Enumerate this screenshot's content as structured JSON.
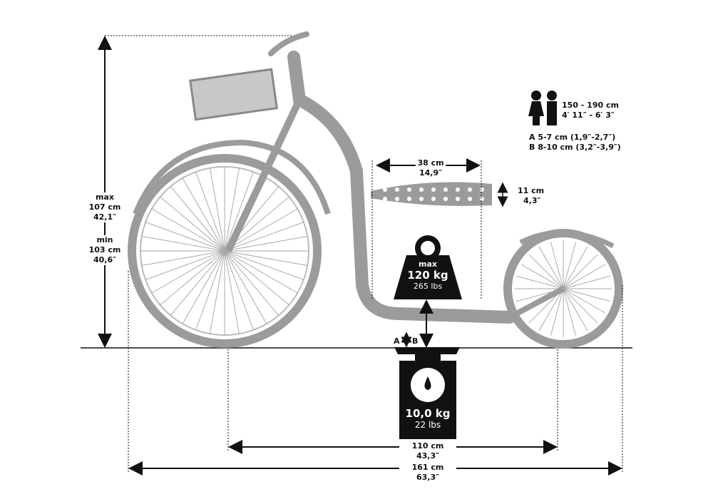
{
  "height_dim": {
    "max_label": "max",
    "max_cm": "107 cm",
    "max_in": "42,1″",
    "min_label": "min",
    "min_cm": "103 cm",
    "min_in": "40,6″"
  },
  "rider": {
    "height_cm": "150 - 190 cm",
    "height_ft": "4′ 11″ - 6′ 3″",
    "clearance_a": "A 5-7 cm (1,9″-2,7″)",
    "clearance_b": "B 8-10 cm (3,2″-3,9″)"
  },
  "deck": {
    "length_cm": "38 cm",
    "length_in": "14,9″",
    "width_cm": "11 cm",
    "width_in": "4,3″"
  },
  "max_load": {
    "label": "max",
    "kg": "120 kg",
    "lbs": "265 lbs"
  },
  "weight": {
    "kg": "10,0 kg",
    "lbs": "22 lbs",
    "marker_a": "A",
    "marker_b": "B"
  },
  "wheelbase": {
    "cm": "110 cm",
    "in": "43,3″"
  },
  "total_length": {
    "cm": "161 cm",
    "in": "63,3″"
  },
  "colors": {
    "scooter": "#9b9b9b",
    "ink": "#111111"
  }
}
